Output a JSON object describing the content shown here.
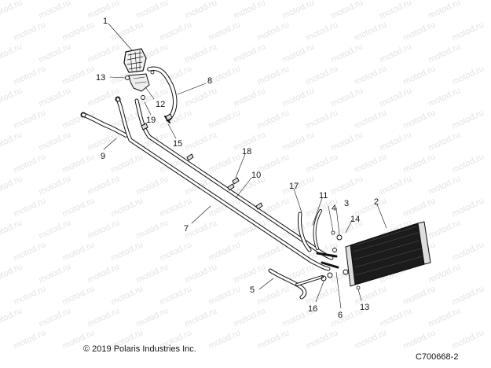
{
  "watermark_text": "motod.ru",
  "callouts": {
    "c1": "1",
    "c2": "2",
    "c3": "3",
    "c4": "4",
    "c5": "5",
    "c6": "6",
    "c7": "7",
    "c8": "8",
    "c9": "9",
    "c10": "10",
    "c11": "11",
    "c12": "12",
    "c13a": "13",
    "c13b": "13",
    "c14": "14",
    "c15": "15",
    "c16": "16",
    "c17": "17",
    "c18": "18",
    "c19": "19"
  },
  "footer": {
    "copyright": "© 2019 Polaris Industries Inc.",
    "figure_id": "C700668-2"
  }
}
